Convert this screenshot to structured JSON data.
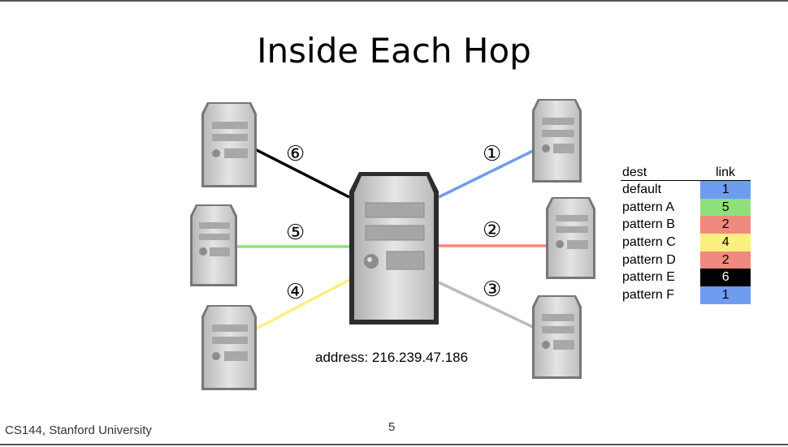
{
  "title": "Inside Each Hop",
  "footer": {
    "course": "CS144, Stanford University",
    "page": "5"
  },
  "router": {
    "address_label": "address: 216.239.47.186"
  },
  "links": [
    {
      "id": "1",
      "symbol": "①",
      "color": "#6e9cf0"
    },
    {
      "id": "2",
      "symbol": "②",
      "color": "#f08a7e"
    },
    {
      "id": "3",
      "symbol": "③",
      "color": "#bbbbbb"
    },
    {
      "id": "4",
      "symbol": "④",
      "color": "#fbef80"
    },
    {
      "id": "5",
      "symbol": "⑤",
      "color": "#8ee07a"
    },
    {
      "id": "6",
      "symbol": "⑥",
      "color": "#000000"
    }
  ],
  "forwarding_table": {
    "headers": {
      "dest": "dest",
      "link": "link"
    },
    "rows": [
      {
        "dest": "default",
        "link": "1",
        "color": "#6e9cf0"
      },
      {
        "dest": "pattern A",
        "link": "5",
        "color": "#8ee07a"
      },
      {
        "dest": "pattern B",
        "link": "2",
        "color": "#f08a7e"
      },
      {
        "dest": "pattern C",
        "link": "4",
        "color": "#fbef80"
      },
      {
        "dest": "pattern D",
        "link": "2",
        "color": "#f08a7e"
      },
      {
        "dest": "pattern E",
        "link": "6",
        "color": "#000000"
      },
      {
        "dest": "pattern F",
        "link": "1",
        "color": "#6e9cf0"
      }
    ]
  }
}
